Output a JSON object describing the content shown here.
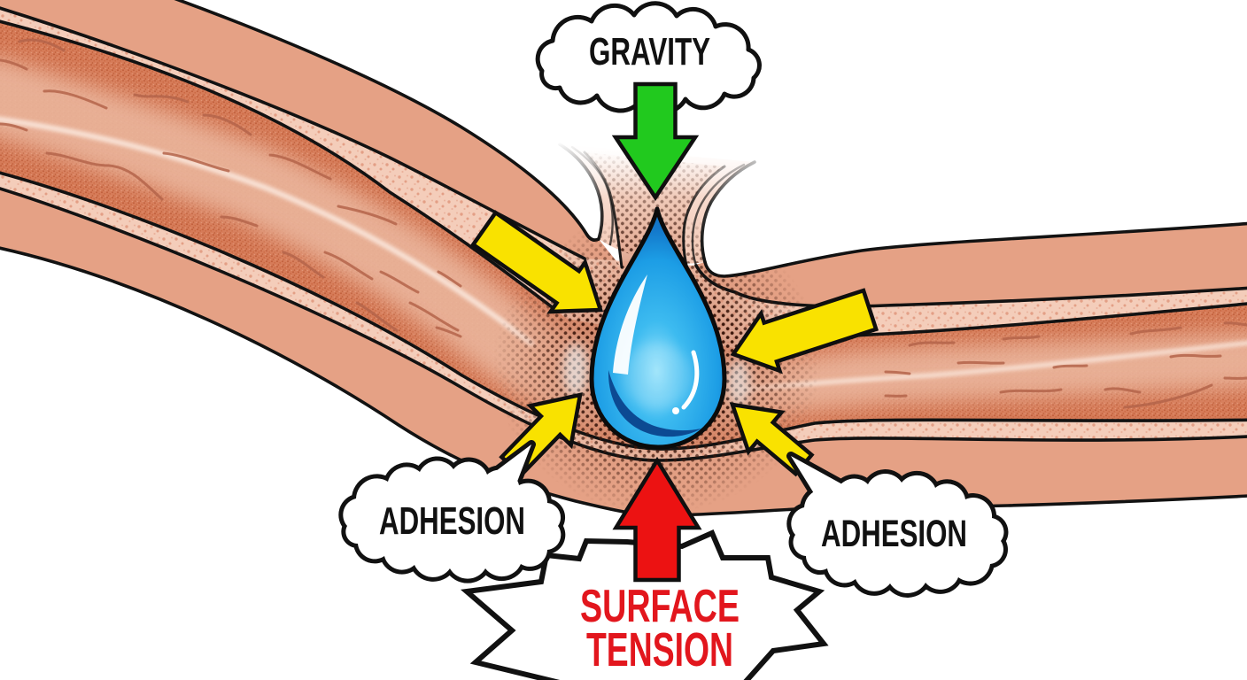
{
  "callouts": {
    "gravity": {
      "text": "GRAVITY",
      "arrow_direction": "down",
      "arrow_color": "#21c91e"
    },
    "adhesion_left": {
      "text": "ADHESION"
    },
    "adhesion_right": {
      "text": "ADHESION"
    },
    "surface_tension": {
      "line1": "SURFACE",
      "line2": "TENSION",
      "text_color": "#e2161d",
      "arrow_direction": "up",
      "arrow_color": "#ec1212"
    }
  },
  "adhesion_arrows": {
    "count": 4,
    "direction": "inward toward droplet",
    "color": "#f9e200"
  },
  "droplet": {
    "core_color": "#8ee0fb",
    "body_color": "#1c9de5",
    "edge_color": "#1376c9",
    "shadow_color": "#0c4a92"
  },
  "fiber": {
    "outer_band_color": "#e5a185",
    "cuticle_color": "#f4cdba",
    "cortex_color": "#d67b58",
    "texture_color": "#b4644a"
  },
  "icons": {
    "gravity": "arrow-down-icon",
    "surface_tension": "arrow-up-icon",
    "adhesion": "arrow-inward-icon"
  }
}
